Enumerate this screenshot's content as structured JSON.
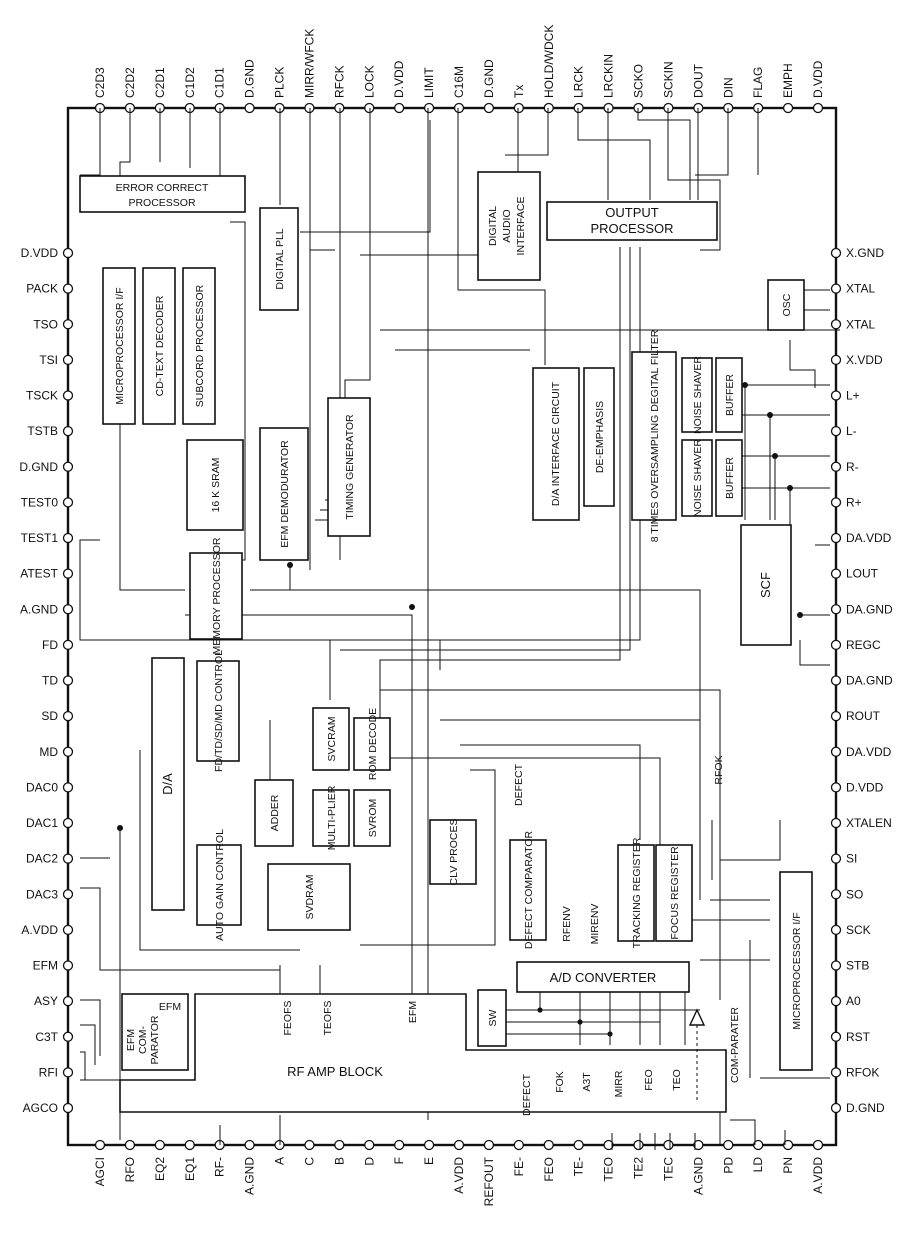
{
  "pins": {
    "top": [
      "C2D3",
      "C2D2",
      "C2D1",
      "C1D2",
      "C1D1",
      "D.GND",
      "PLCK",
      "MIRR/WFCK",
      "RFCK",
      "LOCK",
      "D.VDD",
      "LIMIT",
      "C16M",
      "D.GND",
      "Tx",
      "HOLD/WDCK",
      "LRCK",
      "LRCKIN",
      "SCKO",
      "SCKIN",
      "DOUT",
      "DIN",
      "FLAG",
      "EMPH",
      "D.VDD"
    ],
    "bottom": [
      "AGCI",
      "RFO",
      "EQ2",
      "EQ1",
      "RF-",
      "A.GND",
      "A",
      "C",
      "B",
      "D",
      "F",
      "E",
      "A.VDD",
      "REFOUT",
      "FE-",
      "FEO",
      "TE-",
      "TEO",
      "TE2",
      "TEC",
      "A.GND",
      "PD",
      "LD",
      "PN",
      "A.VDD"
    ],
    "left": [
      "D.VDD",
      "PACK",
      "TSO",
      "TSI",
      "TSCK",
      "TSTB",
      "D.GND",
      "TEST0",
      "TEST1",
      "ATEST",
      "A.GND",
      "FD",
      "TD",
      "SD",
      "MD",
      "DAC0",
      "DAC1",
      "DAC2",
      "DAC3",
      "A.VDD",
      "EFM",
      "ASY",
      "C3T",
      "RFI",
      "AGCO"
    ],
    "right": [
      "X.GND",
      "XTAL",
      "XTAL",
      "X.VDD",
      "L+",
      "L-",
      "R-",
      "R+",
      "DA.VDD",
      "LOUT",
      "DA.GND",
      "REGC",
      "DA.GND",
      "ROUT",
      "DA.VDD",
      "D.VDD",
      "XTALEN",
      "SI",
      "SO",
      "SCK",
      "STB",
      "A0",
      "RST",
      "RFOK",
      "D.GND"
    ]
  },
  "blocks": {
    "ecc": [
      "ERROR CORRECT",
      "PROCESSOR"
    ],
    "dai": [
      "DIGITAL",
      "AUDIO",
      "INTERFACE"
    ],
    "outp": [
      "OUTPUT",
      "PROCESSOR"
    ],
    "pll": "DIGITAL PLL",
    "osc": "OSC",
    "micro_if": "MICROPROCESSOR I/F",
    "cdtext": "CD-TEXT DECODER",
    "subcode": "SUBCORD PROCESSOR",
    "sram": "16 K SRAM",
    "efm_demod": "EFM DEMODURATOR",
    "timing": "TIMING GENERATOR",
    "da_if": "D/A INTERFACE CIRCUIT",
    "deemph": "DE-EMPHASIS",
    "filter": "8 TIMES OVERSAMPLING DEGITAL FILTER",
    "noise1": "NOISE SHAVER",
    "noise2": "NOISE SHAVER",
    "buffer1": "BUFFER",
    "buffer2": "BUFFER",
    "scf": "SCF",
    "memproc": "MEMORY PROCESSOR",
    "da": "D/A",
    "fdctrl": "FD/TD/SD/MD CONTROL",
    "svcram": "SVCRAM",
    "romdec": "ROM DECODE",
    "svrom": "SVROM",
    "adder": "ADDER",
    "multi": "MULTI-PLIER",
    "clv": "CLV PROCES",
    "agc": "AUTO GAIN CONTROL",
    "svdram": "SVDRAM",
    "defect_comp": "DEFECT COMPARATOR",
    "track": "TRACKING REGISTER",
    "focus": "FOCUS REGISTER",
    "micro_if2": "MICROPROCESSOR I/F",
    "adc": "A/D CONVERTER",
    "sw": "SW",
    "efmcomp": [
      "EFM",
      "COM-",
      "PARATOR"
    ],
    "efm_label": "EFM",
    "rfamp": "RF AMP BLOCK",
    "comparator": "COM-PARATER"
  },
  "signals": {
    "defect_v": "DEFECT",
    "rfok_v": "RFOK",
    "efm_v": "EFM",
    "feofs": "FEOFS",
    "teofs": "TEOFS",
    "rfenv": "RFENV",
    "mirenv": "MIRENV",
    "amp_out": [
      "DEFECT",
      "FOK",
      "A3T",
      "MIRR",
      "FEO",
      "TEO"
    ]
  }
}
